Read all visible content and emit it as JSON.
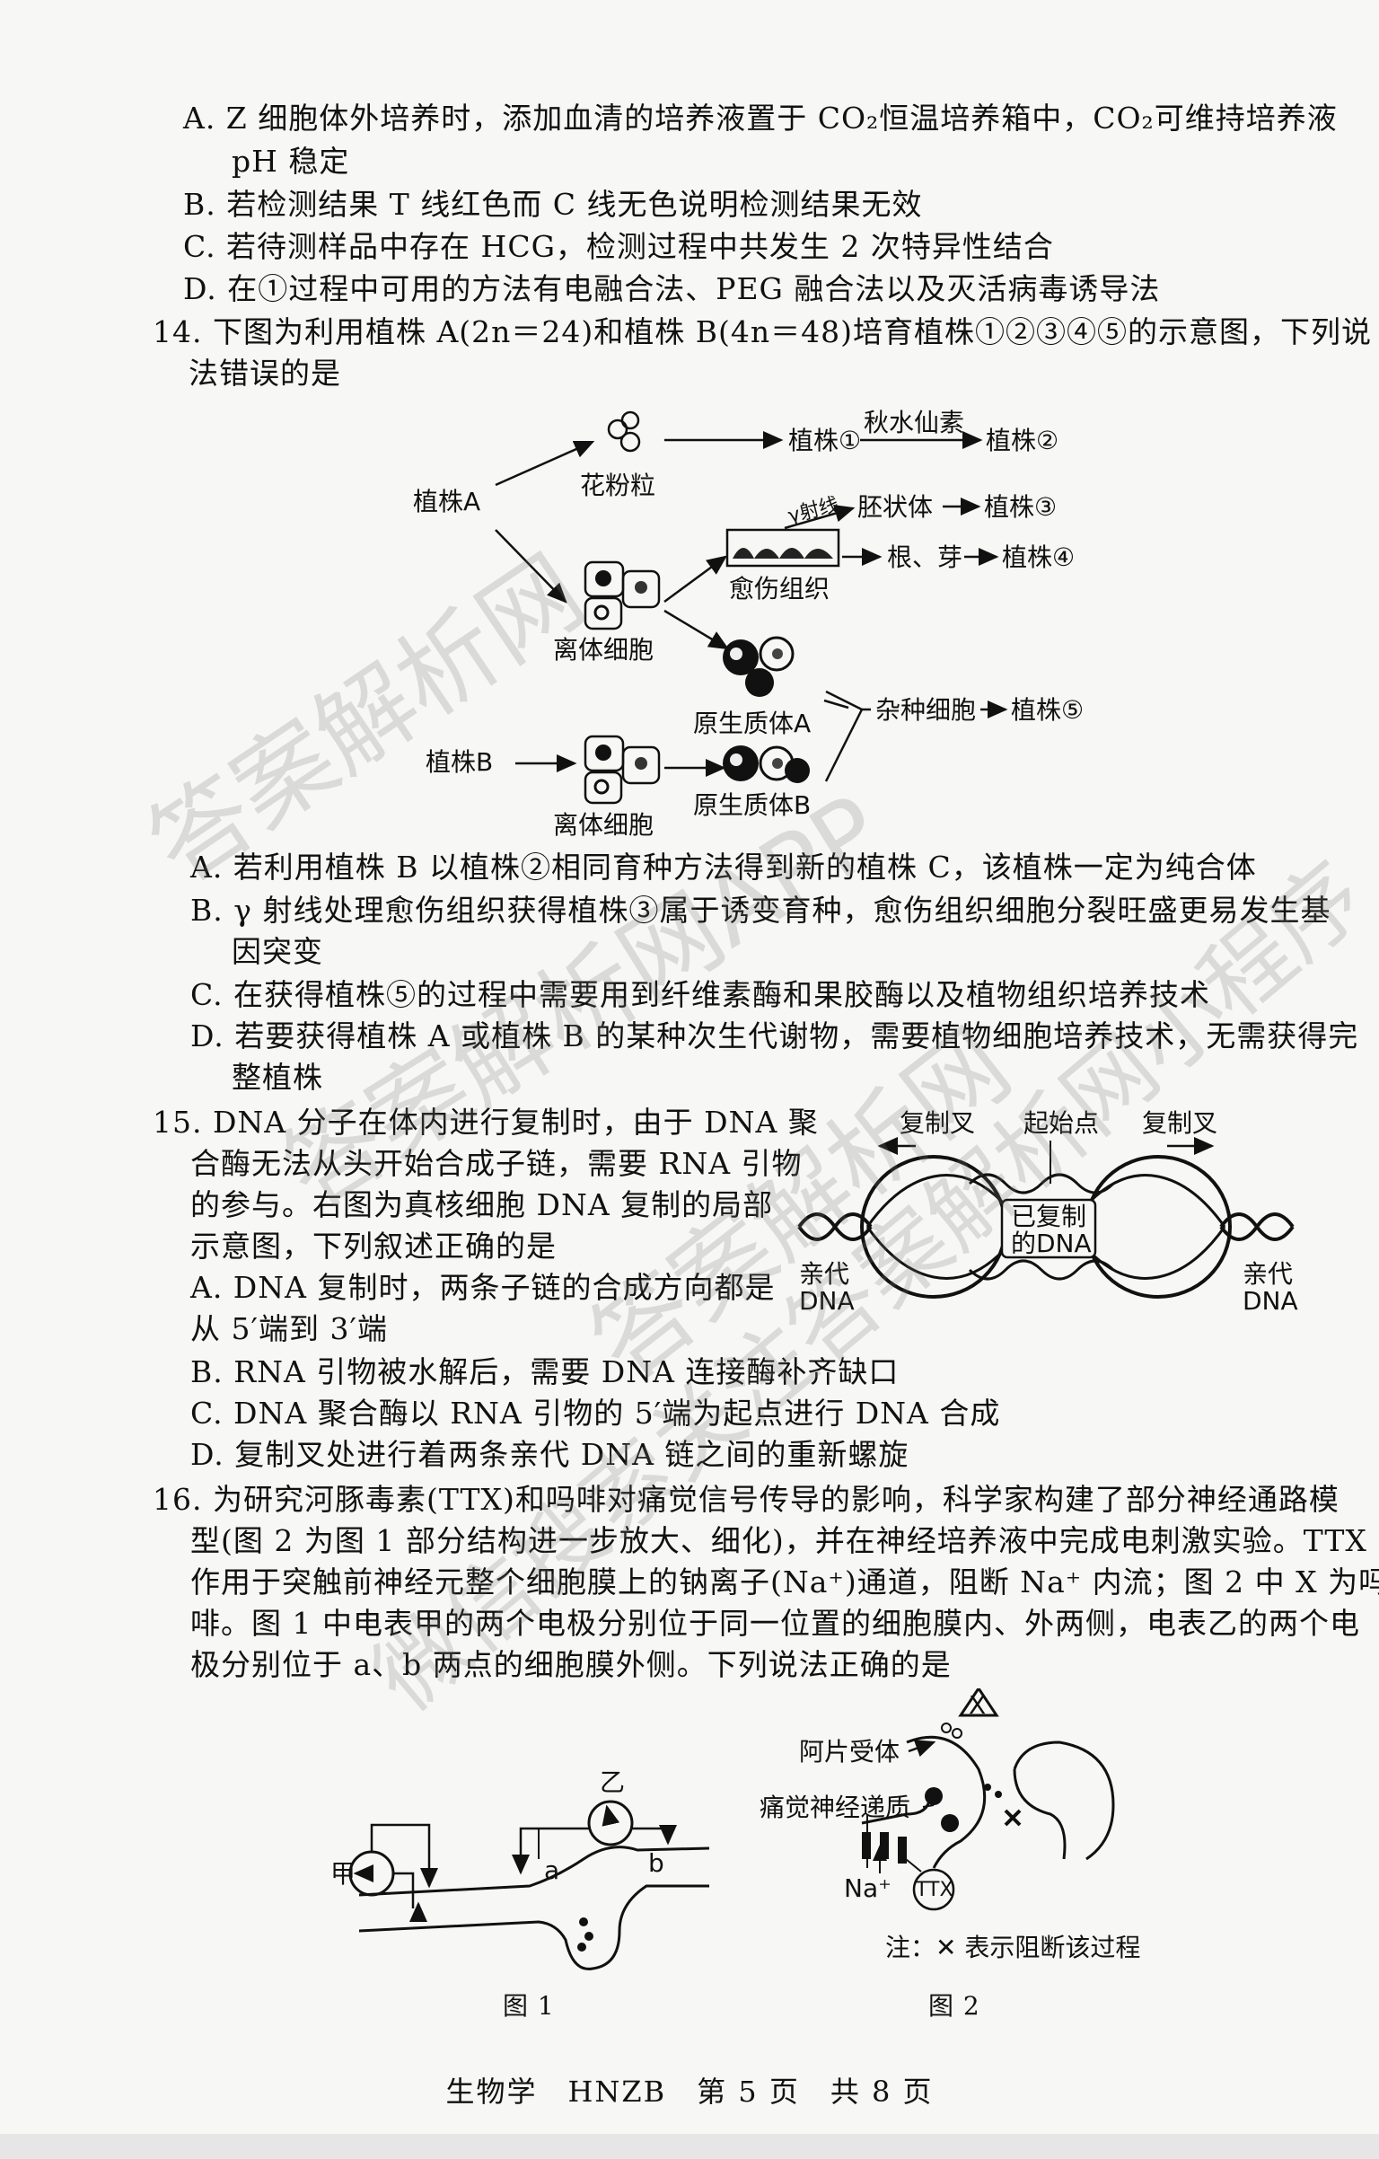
{
  "q13_options": {
    "A_1": "A. Z 细胞体外培养时，添加血清的培养液置于 CO₂恒温培养箱中，CO₂可维持培养液",
    "A_2": "pH 稳定",
    "B": "B. 若检测结果 T 线红色而 C 线无色说明检测结果无效",
    "C": "C. 若待测样品中存在 HCG，检测过程中共发生 2 次特异性结合",
    "D": "D. 在①过程中可用的方法有电融合法、PEG 融合法以及灭活病毒诱导法"
  },
  "q14": {
    "stem_1": "14. 下图为利用植株 A(2n＝24)和植株 B(4n＝48)培育植株①②③④⑤的示意图，下列说",
    "stem_2": "法错误的是",
    "A": "A. 若利用植株 B 以植株②相同育种方法得到新的植株 C，该植株一定为纯合体",
    "B_1": "B. γ 射线处理愈伤组织获得植株③属于诱变育种，愈伤组织细胞分裂旺盛更易发生基",
    "B_2": "因突变",
    "C": "C. 在获得植株⑤的过程中需要用到纤维素酶和果胶酶以及植物组织培养技术",
    "D_1": "D. 若要获得植株 A 或植株 B 的某种次生代谢物，需要植物细胞培养技术，无需获得完",
    "D_2": "整植株",
    "diagram": {
      "plantA": "植株A",
      "plantB": "植株B",
      "pollen": "花粉粒",
      "colchicine": "秋水仙素",
      "plant1": "植株①",
      "plant2": "植株②",
      "gamma": "γ射线",
      "embryoid": "胚状体",
      "plant3": "植株③",
      "callus": "愈伤组织",
      "rootbud": "根、芽",
      "plant4": "植株④",
      "isolatedA": "离体细胞",
      "isolatedB": "离体细胞",
      "protoA": "原生质体A",
      "protoB": "原生质体B",
      "hybrid": "杂种细胞",
      "plant5": "植株⑤"
    }
  },
  "q15": {
    "stem_1": "15. DNA 分子在体内进行复制时，由于 DNA 聚",
    "stem_2": "合酶无法从头开始合成子链，需要 RNA 引物",
    "stem_3": "的参与。右图为真核细胞 DNA 复制的局部",
    "stem_4": "示意图，下列叙述正确的是",
    "A_1": "A. DNA 复制时，两条子链的合成方向都是",
    "A_2": "从 5′端到 3′端",
    "B": "B. RNA 引物被水解后，需要 DNA 连接酶补齐缺口",
    "C": "C. DNA 聚合酶以 RNA 引物的 5′端为起点进行 DNA 合成",
    "D": "D. 复制叉处进行着两条亲代 DNA 链之间的重新螺旋",
    "diagram": {
      "fork_left": "复制叉",
      "origin": "起始点",
      "fork_right": "复制叉",
      "replicated_1": "已复制",
      "replicated_2": "的DNA",
      "parent_left_1": "亲代",
      "parent_left_2": "DNA",
      "parent_right_1": "亲代",
      "parent_right_2": "DNA"
    }
  },
  "q16": {
    "stem_1": "16. 为研究河豚毒素(TTX)和吗啡对痛觉信号传导的影响，科学家构建了部分神经通路模",
    "stem_2": "型(图 2 为图 1 部分结构进一步放大、细化)，并在神经培养液中完成电刺激实验。TTX",
    "stem_3": "作用于突触前神经元整个细胞膜上的钠离子(Na⁺)通道，阻断 Na⁺ 内流；图 2 中 X 为吗",
    "stem_4": "啡。图 1 中电表甲的两个电极分别位于同一位置的细胞膜内、外两侧，电表乙的两个电",
    "stem_5": "极分别位于 a、b 两点的细胞膜外侧。下列说法正确的是",
    "fig1": {
      "meter_jia": "甲",
      "meter_yi": "乙",
      "point_a": "a",
      "point_b": "b",
      "caption": "图 1"
    },
    "fig2": {
      "opioid_receptor": "阿片受体",
      "pain_transmitter": "痛觉神经递质",
      "na": "Na⁺",
      "ttx": "TTX",
      "x": "X",
      "note": "注：✕ 表示阻断该过程",
      "caption": "图 2"
    }
  },
  "watermarks": [
    "答案解析网",
    "答案解析网APP",
    "答案解析网",
    "微信搜索关注答案解析网小程序"
  ],
  "footer": "生物学　HNZB　第 5 页　共 8 页"
}
